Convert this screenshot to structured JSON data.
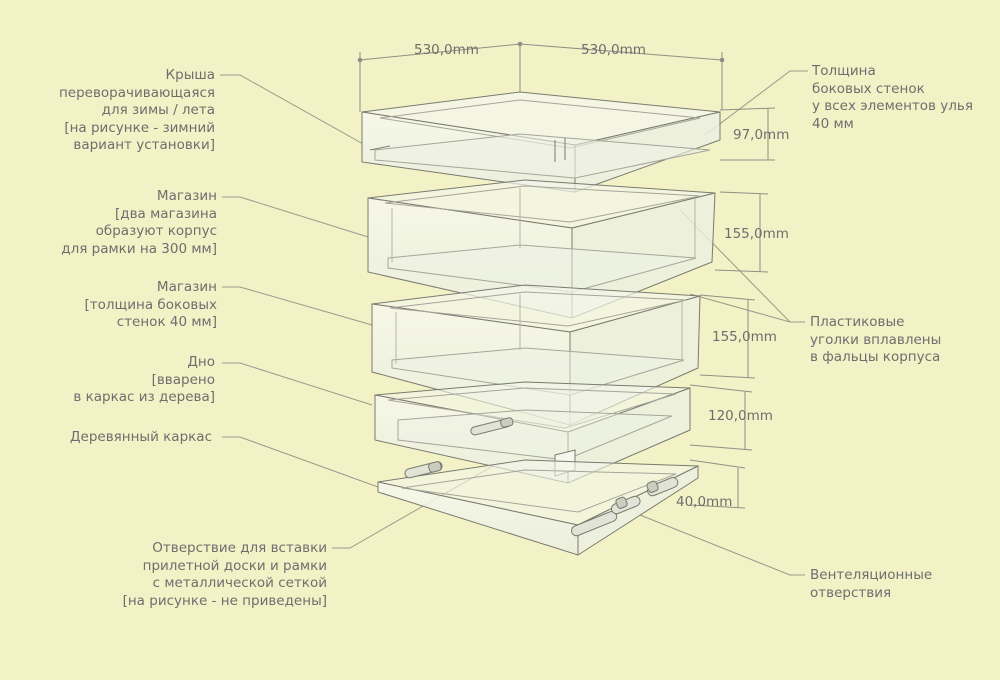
{
  "dimensions": {
    "top_left": "530,0mm",
    "top_right": "530,0mm",
    "roof_height": "97,0mm",
    "super1_height": "155,0mm",
    "super2_height": "155,0mm",
    "bottom_height": "120,0mm",
    "frame_height": "40,0mm"
  },
  "labels": {
    "roof": [
      "Крыша",
      "переворачивающаяся",
      "для зимы / лета",
      "[на рисунке - зимний",
      "вариант установки]"
    ],
    "super1": [
      "Магазин",
      "[два магазина",
      "образуют корпус",
      "для  рамки на 300 мм]"
    ],
    "super2": [
      "Магазин",
      "[толщина боковых",
      "стенок 40 мм]"
    ],
    "bottom": [
      "Дно",
      "[вварено",
      "в каркас из дерева]"
    ],
    "frame": [
      "Деревянный каркас"
    ],
    "entrance": [
      "Отверствие для вставки",
      "прилетной доски и рамки",
      "с металлической сеткой",
      "[на рисунке - не приведены]"
    ],
    "wall_thickness": [
      "Толщина",
      "боковых стенок",
      "у всех элементов улья",
      "40 мм"
    ],
    "corners": [
      "Пластиковые",
      "уголки вплавлены",
      "в фальцы корпуса"
    ],
    "vents": [
      "Вентеляционные",
      "отверствия"
    ]
  },
  "colors": {
    "background": "#f3f2c6",
    "text": "#6e6e6e",
    "line": "#9a9a8c",
    "edge": "#7a7a70",
    "glass": "#eef3e4"
  }
}
